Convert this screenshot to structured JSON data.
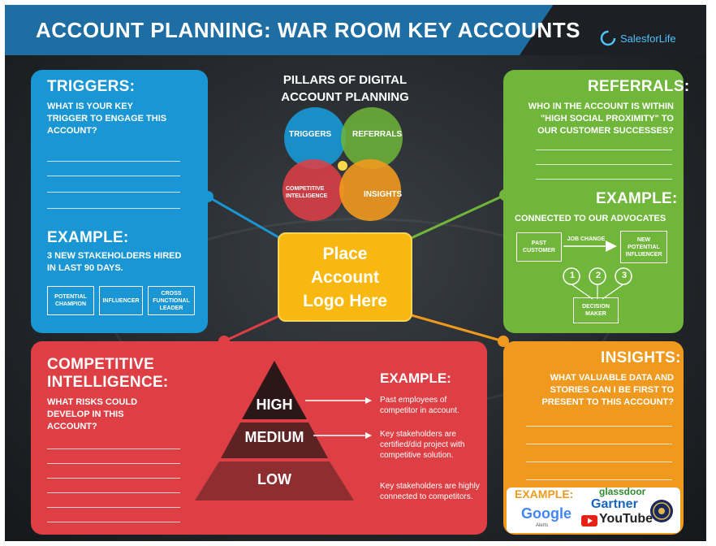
{
  "header": {
    "title": "ACCOUNT PLANNING: WAR ROOM KEY ACCOUNTS",
    "brand": "SalesforLife"
  },
  "pillars": {
    "title_line1": "PILLARS OF DIGITAL",
    "title_line2": "ACCOUNT PLANNING",
    "circles": {
      "triggers": "TRIGGERS",
      "referrals": "REFERRALS",
      "ci_line1": "COMPETITIVE",
      "ci_line2": "INTELLIGENCE",
      "insights": "INSIGHTS"
    }
  },
  "center": {
    "line1": "Place",
    "line2": "Account",
    "line3": "Logo Here"
  },
  "triggers": {
    "title": "TRIGGERS:",
    "question": "WHAT IS YOUR KEY TRIGGER TO ENGAGE THIS ACCOUNT?",
    "example_title": "EXAMPLE:",
    "example_text": "3 NEW STAKEHOLDERS HIRED IN LAST 90 DAYS.",
    "roles": [
      {
        "line1": "POTENTIAL",
        "line2": "CHAMPION",
        "line3": ""
      },
      {
        "line1": "INFLUENCER",
        "line2": "",
        "line3": ""
      },
      {
        "line1": "CROSS",
        "line2": "FUNCTIONAL",
        "line3": "LEADER"
      }
    ]
  },
  "referrals": {
    "title": "REFERRALS:",
    "question_line1": "WHO IN THE ACCOUNT IS WITHIN",
    "question_line2": "\"HIGH SOCIAL PROXIMITY\" TO",
    "question_line3": "OUR CUSTOMER SUCCESSES?",
    "example_title": "EXAMPLE:",
    "example_text": "CONNECTED TO OUR ADVOCATES",
    "flow": {
      "past_line1": "PAST",
      "past_line2": "CUSTOMER",
      "job_change": "JOB CHANGE",
      "new_line1": "NEW",
      "new_line2": "POTENTIAL",
      "new_line3": "INFLUENCER",
      "steps": [
        "1",
        "2",
        "3"
      ],
      "decision_line1": "DECISION",
      "decision_line2": "MAKER"
    }
  },
  "competitive": {
    "title_line1": "COMPETITIVE",
    "title_line2": "INTELLIGENCE:",
    "question": "WHAT RISKS COULD DEVELOP IN THIS ACCOUNT?",
    "tiers": [
      "HIGH",
      "MEDIUM",
      "LOW"
    ],
    "example_title": "EXAMPLE:",
    "note1": "Past employees of competitor in account.",
    "note2": "Key stakeholders are certified/did project with competitive solution.",
    "note3": "Key stakeholders are highly connected to competitors."
  },
  "insights": {
    "title": "INSIGHTS:",
    "question": "WHAT VALUABLE DATA AND STORIES CAN I BE FIRST TO PRESENT TO THIS ACCOUNT?",
    "example_title": "EXAMPLE:",
    "logos": {
      "glassdoor": "glassdoor",
      "gartner": "Gartner",
      "google": "Google",
      "google_sub": "Alerts",
      "youtube": "YouTube"
    }
  },
  "colors": {
    "triggers": "#1996d3",
    "referrals": "#6fb63a",
    "competitive": "#dd3f45",
    "insights": "#ef9a1e",
    "center": "#f9b80f",
    "header": "#1f6ea3"
  }
}
